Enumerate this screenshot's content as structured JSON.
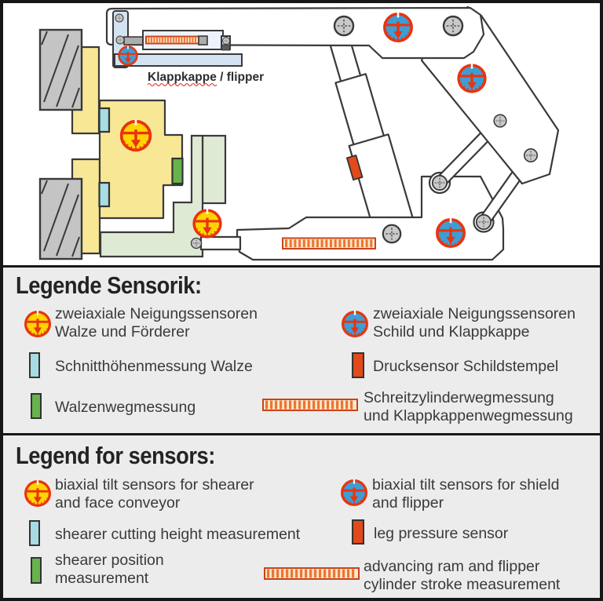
{
  "diagram": {
    "flipper_label": "Klappkappe / flipper"
  },
  "legend_de": {
    "title": "Legende Sensorik:",
    "items": [
      {
        "icon": "tilt-sensor-shearer-icon",
        "line1": "zweiaxiale Neigungssensoren",
        "line2": "Walze und Förderer"
      },
      {
        "icon": "cutting-height-sensor-icon",
        "line1": "Schnitthöhenmessung Walze",
        "line2": ""
      },
      {
        "icon": "shearer-position-sensor-icon",
        "line1": "Walzenwegmessung",
        "line2": ""
      },
      {
        "icon": "tilt-sensor-shield-icon",
        "line1": "zweiaxiale Neigungssensoren",
        "line2": "Schild und Klappkappe"
      },
      {
        "icon": "leg-pressure-sensor-icon",
        "line1": "Drucksensor Schildstempel",
        "line2": ""
      },
      {
        "icon": "ram-stroke-sensor-icon",
        "line1": "Schreitzylinderwegmessung",
        "line2": "und Klappkappenwegmessung"
      }
    ]
  },
  "legend_en": {
    "title": "Legend for sensors:",
    "items": [
      {
        "icon": "tilt-sensor-shearer-icon",
        "line1": "biaxial tilt sensors for shearer",
        "line2": "and face conveyor"
      },
      {
        "icon": "cutting-height-sensor-icon",
        "line1": "shearer cutting height measurement",
        "line2": ""
      },
      {
        "icon": "shearer-position-sensor-icon",
        "line1": "shearer position",
        "line2": "measurement"
      },
      {
        "icon": "tilt-sensor-shield-icon",
        "line1": "biaxial tilt sensors for shield",
        "line2": "and flipper"
      },
      {
        "icon": "leg-pressure-sensor-icon",
        "line1": "leg pressure sensor",
        "line2": ""
      },
      {
        "icon": "ram-stroke-sensor-icon",
        "line1": "advancing ram and flipper",
        "line2": "cylinder stroke measurement"
      }
    ]
  },
  "colors": {
    "sensor_yellow": "#FFD400",
    "sensor_blue": "#3F9DD4",
    "sensor_red": "#E8340F",
    "swatch_cyan": "#A6DCE2",
    "swatch_green": "#68B34B",
    "swatch_red": "#E2491B",
    "bar_cream": "#FBE9CB",
    "bar_stripe": "#EE7433",
    "bar_border": "#C8441C",
    "machine_yellow": "#F8E795",
    "machine_green": "#DFEAD4",
    "machine_blue": "#D4E3F2",
    "legend_bg": "#ECECEC"
  }
}
